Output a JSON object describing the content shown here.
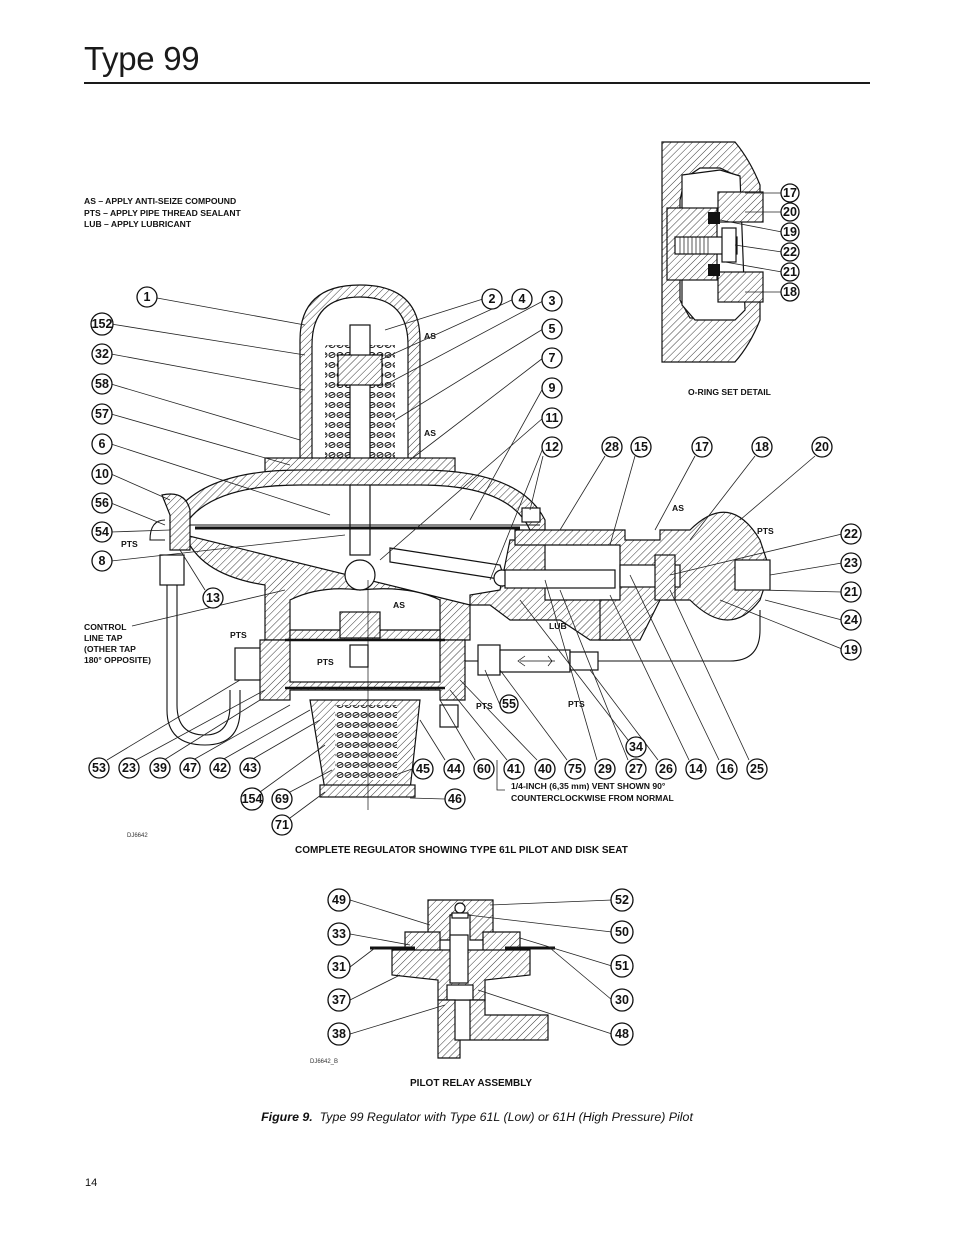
{
  "header": {
    "title": "Type 99"
  },
  "legend": {
    "lines": [
      "AS – APPLY ANTI-SEIZE COMPOUND",
      "PTS – APPLY PIPE THREAD SEALANT",
      "LUB – APPLY LUBRICANT"
    ]
  },
  "main_drawing": {
    "caption": "COMPLETE REGULATOR SHOWING TYPE 61L PILOT AND DISK SEAT",
    "drawing_id": "DJ6642",
    "notes": {
      "control_tap": [
        "CONTROL",
        "LINE TAP",
        "(OTHER TAP",
        "180° OPPOSITE)"
      ],
      "vent": [
        "1/4-INCH (6,35 mm) VENT SHOWN 90°",
        "COUNTERCLOCKWISE FROM NORMAL"
      ],
      "as": "AS",
      "pts": "PTS",
      "lub": "LUB"
    },
    "callouts_left": [
      "1",
      "152",
      "32",
      "58",
      "57",
      "6",
      "10",
      "56",
      "54",
      "8",
      "13"
    ],
    "callouts_top_right": [
      "2",
      "4",
      "3",
      "5",
      "7",
      "9",
      "11",
      "12",
      "28",
      "15",
      "17",
      "18",
      "20"
    ],
    "callouts_right": [
      "22",
      "23",
      "21",
      "24",
      "19"
    ],
    "callouts_bottom": [
      "53",
      "23",
      "39",
      "47",
      "42",
      "43",
      "154",
      "69",
      "71",
      "45",
      "44",
      "60",
      "41",
      "40",
      "75",
      "29",
      "34",
      "27",
      "26",
      "14",
      "16",
      "25",
      "46",
      "55"
    ]
  },
  "oring_detail": {
    "caption": "O-RING SET DETAIL",
    "callouts": [
      "17",
      "20",
      "19",
      "22",
      "21",
      "18"
    ]
  },
  "pilot_relay": {
    "caption": "PILOT RELAY ASSEMBLY",
    "drawing_id": "DJ6642_B",
    "callouts_left": [
      "49",
      "33",
      "31",
      "37",
      "38"
    ],
    "callouts_right": [
      "52",
      "50",
      "51",
      "30",
      "48"
    ]
  },
  "figure": {
    "label": "Figure 9.",
    "text": "Type 99 Regulator with Type 61L (Low) or 61H (High Pressure) Pilot"
  },
  "footer": {
    "page_number": "14"
  }
}
